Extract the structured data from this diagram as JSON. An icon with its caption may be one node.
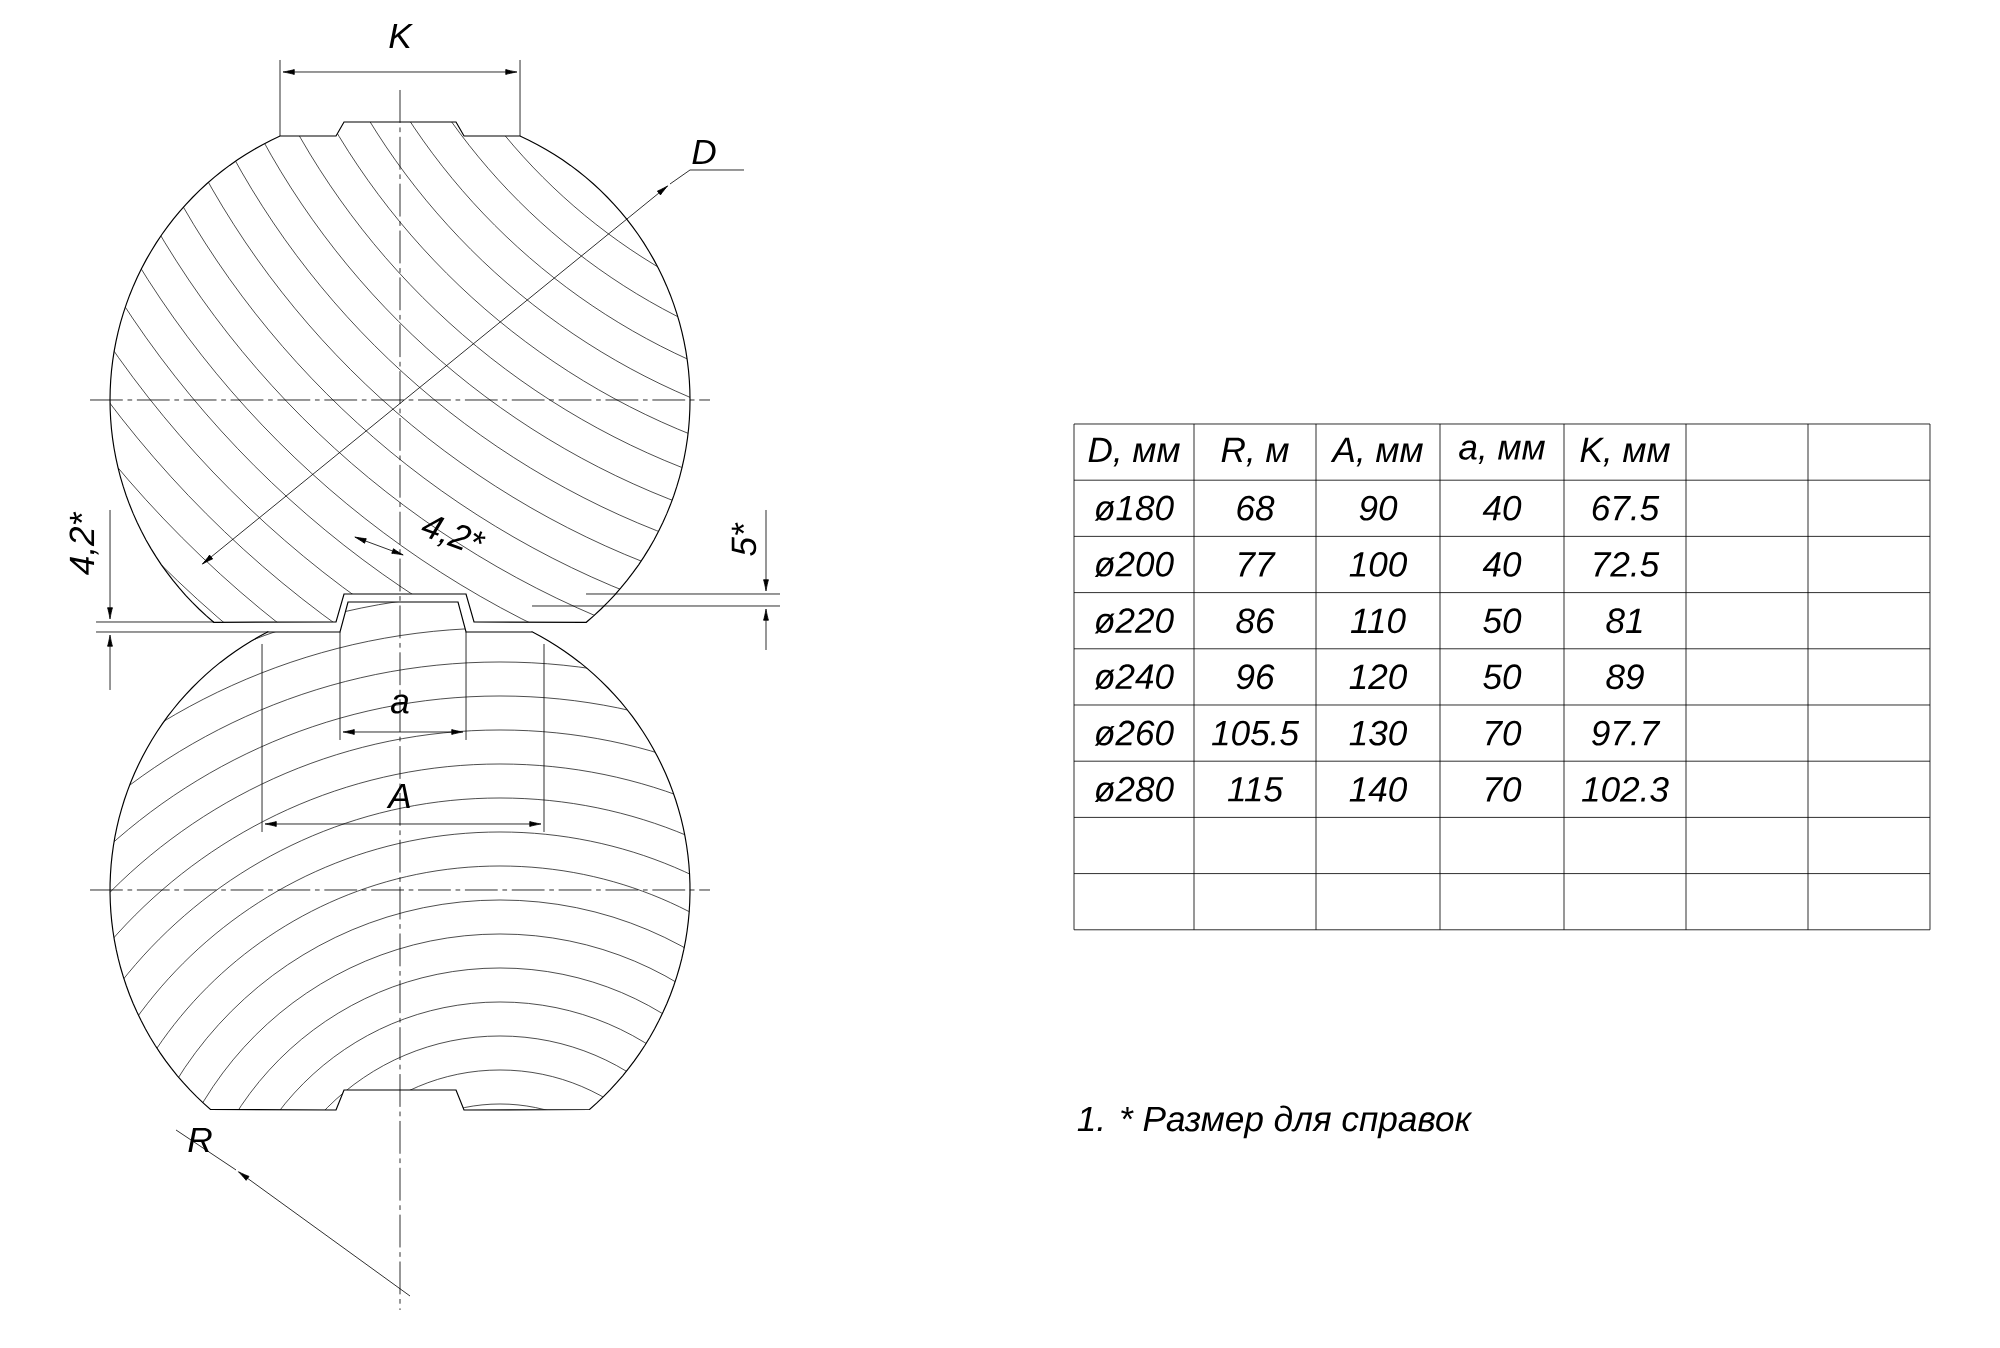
{
  "diagram": {
    "labels": [
      "K",
      "D",
      "4,2*",
      "4,2*",
      "5*",
      "a",
      "A",
      "R",
      "D, мм",
      "R, м",
      "A, мм",
      "a, мм",
      "K, мм",
      "ø180",
      "68",
      "90",
      "40",
      "67.5",
      "ø200",
      "77",
      "100",
      "40",
      "72.5",
      "ø220",
      "86",
      "110",
      "50",
      "81",
      "ø240",
      "96",
      "120",
      "50",
      "89",
      "ø260",
      "105.5",
      "130",
      "70",
      "97.7",
      "ø280",
      "115",
      "140",
      "70",
      "102.3",
      "1. * Размер для справок"
    ]
  }
}
